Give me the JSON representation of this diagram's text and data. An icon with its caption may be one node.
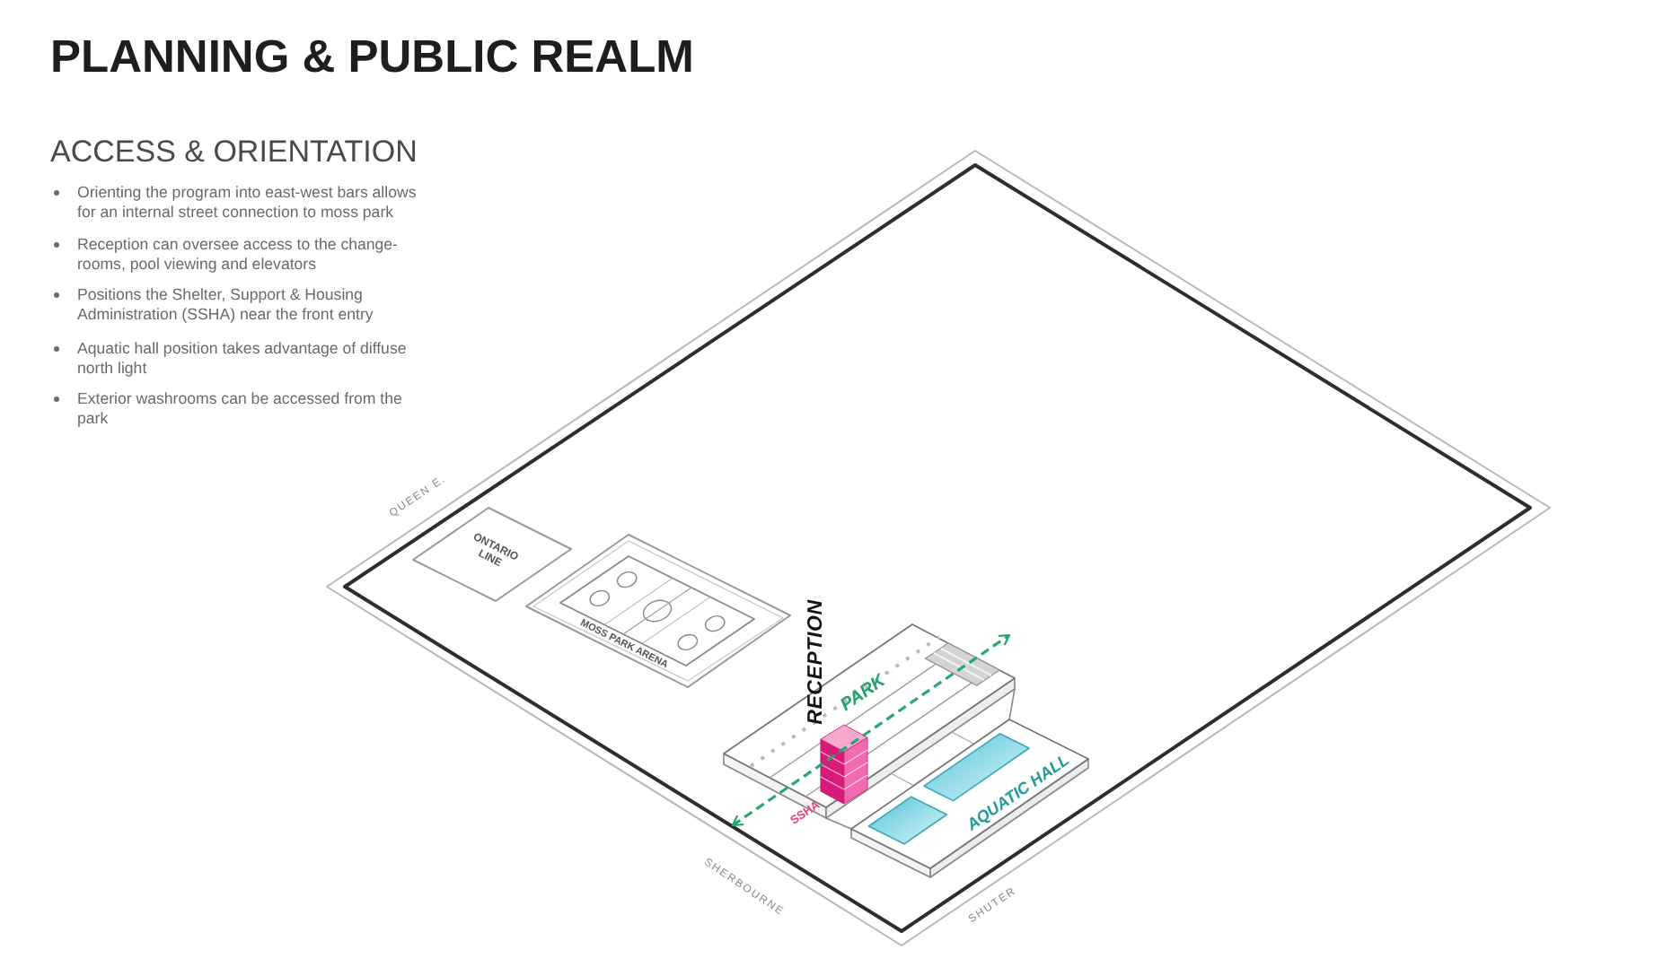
{
  "diagram": {
    "title": "PLANNING & PUBLIC REALM",
    "nodes": [
      {
        "text": [
          "ONTARIO LINE"
        ]
      },
      {
        "text": [
          "MOSS PARK ARENA"
        ]
      },
      {
        "text": [
          "SSHA"
        ]
      },
      {
        "text": [
          "AQUATIC HALL"
        ]
      }
    ],
    "labels": [
      "ACCESS & ORIENTATION",
      "Orienting the program into east-west bars allows for an internal street connection to moss park",
      "Reception can oversee access to the change-rooms, pool viewing and elevators",
      "Positions the Shelter, Support & Housing Administration (SSHA) near the front entry",
      "Aquatic hall position takes advantage of diffuse north light",
      "Exterior washrooms can be accessed from the park",
      "QUEEN E.",
      "RECEPTION",
      "PARK",
      "SHERBOURNE",
      "SHUTER"
    ]
  }
}
